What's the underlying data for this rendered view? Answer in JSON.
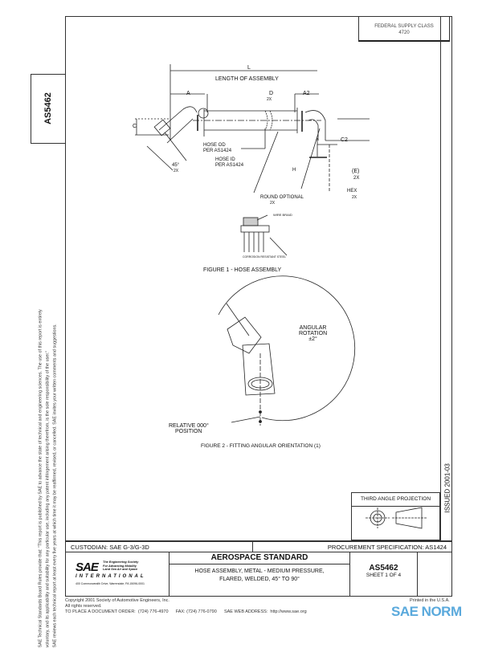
{
  "header": {
    "federal_supply_class": "FEDERAL SUPPLY CLASS",
    "fsc_number": "4720"
  },
  "side": {
    "doc_number": "AS5462",
    "disclaimer_lines": [
      "SAE Technical Standards Board Rules provide that: \"This report is published by SAE to advance the state of technical and engineering sciences. The use of this report is entirely",
      "voluntary, and its applicability and suitability for any particular use, including any patent infringement arising therefrom, is the sole responsibility of the user.\"",
      "SAE reviews each technical report at least every five years at which time it may be reaffirmed, revised, or cancelled. SAE invites your written comments and suggestions."
    ]
  },
  "issued": "ISSUED 2001-03",
  "figure1": {
    "caption": "FIGURE 1 - HOSE ASSEMBLY",
    "labels": {
      "L": "L",
      "length": "LENGTH OF ASSEMBLY",
      "A": "A",
      "A2": "A2",
      "C": "C",
      "C2": "C2",
      "D": "D",
      "D2x": "2X",
      "hose_od": "HOSE OD",
      "hose_od_ref": "PER AS1424",
      "hose_id": "HOSE ID",
      "hose_id_ref": "PER AS1424",
      "angle": "45°",
      "angle_2x": "2X",
      "H": "H",
      "round": "ROUND OPTIONAL",
      "round_2x": "2X",
      "E": "(E)",
      "E_2x": "2X",
      "hex": "HEX",
      "hex_2x": "2X",
      "wire_braid": "WIRE BRAID",
      "detail_note": "CORROSION RESISTANT STEEL"
    }
  },
  "figure2": {
    "caption": "FIGURE 2 - FITTING ANGULAR ORIENTATION (1)",
    "angular_rotation": [
      "ANGULAR",
      "ROTATION",
      "±2°"
    ],
    "relative_position": [
      "RELATIVE 000°",
      "POSITION"
    ]
  },
  "projection": {
    "label": "THIRD ANGLE PROJECTION"
  },
  "title_block": {
    "custodian": "CUSTODIAN:  SAE G-3/G-3D",
    "procurement": "PROCUREMENT SPECIFICATION: AS1424",
    "org_tagline": [
      "The Engineering Society",
      "For Advancing Mobility",
      "Land Sea Air and Space"
    ],
    "org_logo": "SAE",
    "org_name": "INTERNATIONAL",
    "org_address": "400 Commonwealth Drive, Warrendale, PA 15096-0001",
    "standard_type": "AEROSPACE STANDARD",
    "title_lines": [
      "HOSE ASSEMBLY, METAL - MEDIUM PRESSURE,",
      "FLARED, WELDED, 45° TO 90°"
    ],
    "doc_number": "AS5462",
    "sheet": "SHEET 1 OF 4"
  },
  "footer": {
    "copyright": "Copyright 2001 Society of Automotive Engineers, Inc.",
    "rights": "All rights reserved.",
    "printed": "Printed in the U.S.A.",
    "order_label": "TO PLACE A DOCUMENT ORDER:",
    "order_phone": "(724) 776-4970",
    "fax_label": "FAX:",
    "fax": "(724) 776-0790",
    "web_label": "SAE WEB ADDRESS:",
    "web": "http://www.sae.org"
  },
  "watermark": {
    "text": "SAE NORM",
    "brand_color": "#5aa9dc"
  }
}
